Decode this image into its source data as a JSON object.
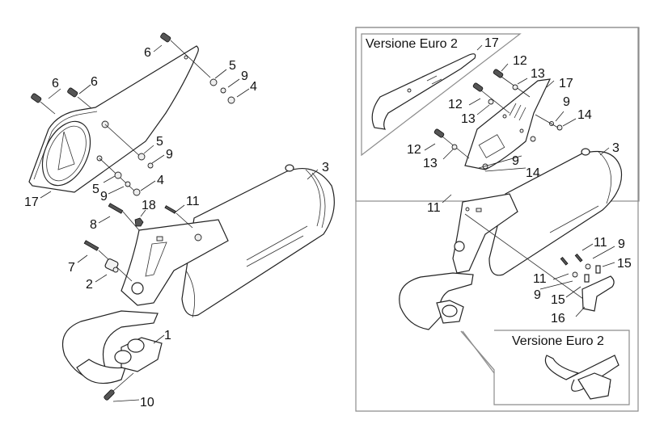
{
  "diagram": {
    "type": "exploded-parts-view",
    "subject": "exhaust system",
    "main_labels": [
      {
        "id": "l6a",
        "text": "6"
      },
      {
        "id": "l6b",
        "text": "6"
      },
      {
        "id": "l6c",
        "text": "6"
      },
      {
        "id": "l5a",
        "text": "5"
      },
      {
        "id": "l9a",
        "text": "9"
      },
      {
        "id": "l4a",
        "text": "4"
      },
      {
        "id": "l5b",
        "text": "5"
      },
      {
        "id": "l9b",
        "text": "9"
      },
      {
        "id": "l5c",
        "text": "5"
      },
      {
        "id": "l9c",
        "text": "9"
      },
      {
        "id": "l4b",
        "text": "4"
      },
      {
        "id": "l17",
        "text": "17"
      },
      {
        "id": "l3",
        "text": "3"
      },
      {
        "id": "l18",
        "text": "18"
      },
      {
        "id": "l11",
        "text": "11"
      },
      {
        "id": "l8",
        "text": "8"
      },
      {
        "id": "l7",
        "text": "7"
      },
      {
        "id": "l2",
        "text": "2"
      },
      {
        "id": "l1",
        "text": "1"
      },
      {
        "id": "l10",
        "text": "10"
      }
    ],
    "inset": {
      "sub_title_top": "Versione Euro 2",
      "sub_title_bottom": "Versione Euro 2",
      "labels": [
        {
          "id": "r17a",
          "text": "17"
        },
        {
          "id": "r12a",
          "text": "12"
        },
        {
          "id": "r13a",
          "text": "13"
        },
        {
          "id": "r12b",
          "text": "12"
        },
        {
          "id": "r13b",
          "text": "13"
        },
        {
          "id": "r17b",
          "text": "17"
        },
        {
          "id": "r9a",
          "text": "9"
        },
        {
          "id": "r14a",
          "text": "14"
        },
        {
          "id": "r12c",
          "text": "12"
        },
        {
          "id": "r13c",
          "text": "13"
        },
        {
          "id": "r9b",
          "text": "9"
        },
        {
          "id": "r14b",
          "text": "14"
        },
        {
          "id": "r3",
          "text": "3"
        },
        {
          "id": "r11a",
          "text": "11"
        },
        {
          "id": "r11b",
          "text": "11"
        },
        {
          "id": "r9c",
          "text": "9"
        },
        {
          "id": "r15a",
          "text": "15"
        },
        {
          "id": "r11c",
          "text": "11"
        },
        {
          "id": "r9d",
          "text": "9"
        },
        {
          "id": "r15b",
          "text": "15"
        },
        {
          "id": "r16",
          "text": "16"
        }
      ]
    }
  }
}
